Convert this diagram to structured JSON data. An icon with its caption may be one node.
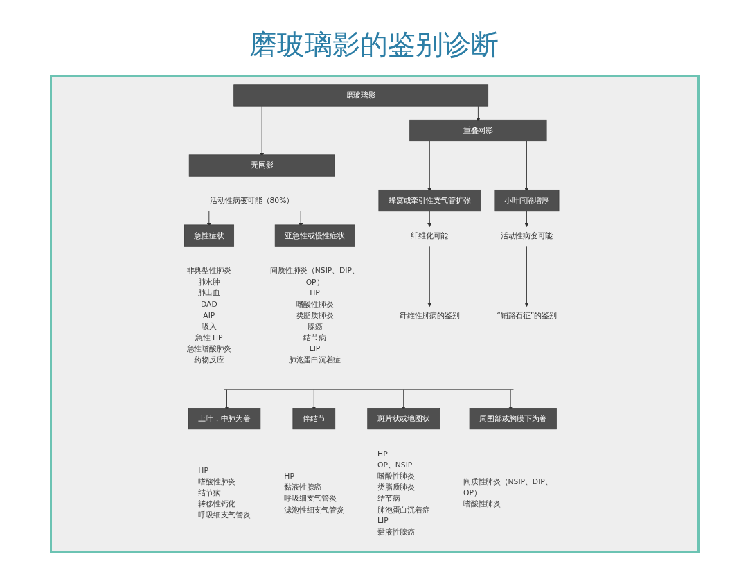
{
  "diagram": {
    "title": "磨玻璃影的鉴别诊断",
    "nodes": [
      {
        "text": [
          "磨玻璃影"
        ]
      },
      {
        "text": [
          "无网影"
        ]
      },
      {
        "text": [
          "重叠网影"
        ]
      },
      {
        "text": [
          "活动性病变可能（80%）"
        ]
      },
      {
        "text": [
          "急性症状"
        ],
        "beside": [
          "非典型性肺炎",
          "肺水肿",
          "肺出血",
          "DAD",
          "AIP",
          "吸入",
          "急性 HP",
          "急性嗜酸肺炎",
          "药物反应"
        ]
      },
      {
        "text": [
          "亚急性或慢性症状"
        ],
        "beside": [
          "间质性肺炎（NSIP、DIP、OP）",
          "HP",
          "嗜酸性肺炎",
          "类脂质肺炎",
          "腺癌",
          "结节病",
          "LIP",
          "肺泡蛋白沉着症"
        ]
      },
      {
        "text": [
          "蜂窝或牵引性支气管扩张"
        ]
      },
      {
        "text": [
          "小叶间隔增厚"
        ]
      },
      {
        "text": [
          "纤维化可能"
        ]
      },
      {
        "text": [
          "活动性病变可能"
        ]
      },
      {
        "text": [
          "纤维性肺病的鉴别"
        ]
      },
      {
        "text": [
          "“铺路石征”的鉴别"
        ]
      },
      {
        "text": [],
        "shape": "bar"
      },
      {
        "text": [
          "上叶，中肺为著"
        ],
        "beside": [
          "HP",
          "嗜酸性肺炎",
          "结节病",
          "转移性钙化",
          "呼吸细支气管炎"
        ]
      },
      {
        "text": [
          "伴结节"
        ],
        "beside": [
          "HP",
          "黏液性腺癌",
          "呼吸细支气管炎",
          "滤泡性细支气管炎"
        ]
      },
      {
        "text": [
          "斑片状或地图状"
        ],
        "beside": [
          "HP",
          "OP、NSIP",
          "嗜酸性肺炎",
          "类脂质肺炎",
          "结节病",
          "肺泡蛋白沉着症",
          "LIP",
          "黏液性腺癌"
        ]
      },
      {
        "text": [
          "周围部或胸膜下为著"
        ],
        "beside": [
          "间质性肺炎（NSIP、DIP、OP）",
          "嗜酸性肺炎"
        ]
      }
    ],
    "edges": [
      {
        "from": 0,
        "to": 1,
        "arrow": "to"
      },
      {
        "from": 0,
        "to": 2,
        "arrow": "to"
      },
      {
        "from": 3,
        "to": 4,
        "arrow": "to"
      },
      {
        "from": 3,
        "to": 5,
        "arrow": "to"
      },
      {
        "from": 2,
        "to": 6,
        "arrow": "to"
      },
      {
        "from": 2,
        "to": 7,
        "arrow": "to"
      },
      {
        "from": 6,
        "to": 8,
        "arrow": "to"
      },
      {
        "from": 8,
        "to": 10,
        "arrow": "to"
      },
      {
        "from": 7,
        "to": 9,
        "arrow": "to"
      },
      {
        "from": 9,
        "to": 11,
        "arrow": "to"
      },
      {
        "from": 12,
        "to": 13,
        "arrow": "to"
      },
      {
        "from": 12,
        "to": 14,
        "arrow": "to"
      },
      {
        "from": 12,
        "to": 15,
        "arrow": "to"
      },
      {
        "from": 12,
        "to": 16,
        "arrow": "to"
      }
    ]
  }
}
